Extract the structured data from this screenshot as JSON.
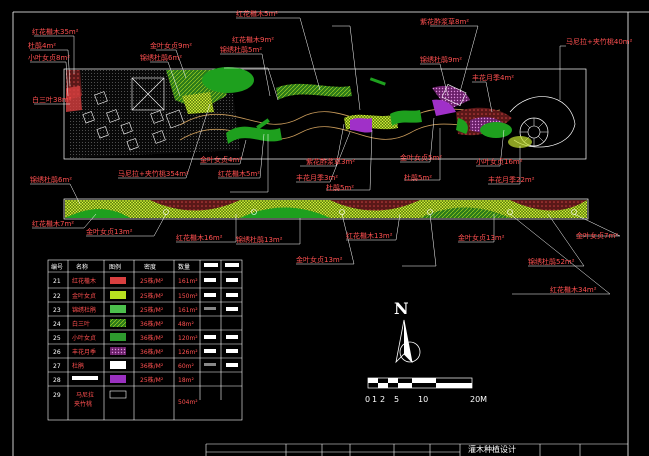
{
  "callouts": [
    {
      "id": "c01",
      "text": "红花檵木35m²"
    },
    {
      "id": "c02",
      "text": "杜鹃4m²"
    },
    {
      "id": "c03",
      "text": "小叶女贞8m²"
    },
    {
      "id": "c04",
      "text": "白三叶38m²"
    },
    {
      "id": "c05",
      "text": "金叶女贞9m²"
    },
    {
      "id": "c06",
      "text": "红花檵木5m²"
    },
    {
      "id": "c07",
      "text": "锦绣杜鹃5m²"
    },
    {
      "id": "c08",
      "text": "锦绣杜鹃6m²"
    },
    {
      "id": "c09",
      "text": "红花檵木9m²"
    },
    {
      "id": "c10",
      "text": "紫花酢浆草8m²"
    },
    {
      "id": "c11",
      "text": "锦绣杜鹃9m²"
    },
    {
      "id": "c12",
      "text": "马尼拉+夹竹桃40m²"
    },
    {
      "id": "c13",
      "text": "丰花月季4m²"
    },
    {
      "id": "c14",
      "text": "金叶女贞4m²"
    },
    {
      "id": "c15",
      "text": "马尼拉+夹竹桃354m²"
    },
    {
      "id": "c16",
      "text": "红花檵木5m²"
    },
    {
      "id": "c17",
      "text": "紫花酢浆草3m²"
    },
    {
      "id": "c18",
      "text": "丰花月季3m²"
    },
    {
      "id": "c19",
      "text": "杜鹃5m²"
    },
    {
      "id": "c20",
      "text": "金叶女贞5m²"
    },
    {
      "id": "c21",
      "text": "杜鹃5m²"
    },
    {
      "id": "c22",
      "text": "小叶女贞16m²"
    },
    {
      "id": "c23",
      "text": "丰花月季22m²"
    },
    {
      "id": "c24",
      "text": "锦绣杜鹃6m²"
    },
    {
      "id": "c25",
      "text": "红花檵木7m²"
    },
    {
      "id": "c26",
      "text": "金叶女贞13m²"
    },
    {
      "id": "c27",
      "text": "红花檵木16m²"
    },
    {
      "id": "c28",
      "text": "锦绣杜鹃13m²"
    },
    {
      "id": "c29",
      "text": "金叶女贞13m²"
    },
    {
      "id": "c30",
      "text": "红花檵木13m²"
    },
    {
      "id": "c31",
      "text": "金叶女贞13m²"
    },
    {
      "id": "c32",
      "text": "金叶女贞7m²"
    },
    {
      "id": "c33",
      "text": "锦绣杜鹃52m²"
    },
    {
      "id": "c34",
      "text": "红花檵木34m²"
    }
  ],
  "legend_table": {
    "headers": [
      "编号",
      "名称",
      "图例",
      "密度",
      "数量"
    ],
    "rows": [
      {
        "no": "21",
        "name": "红花檵木",
        "density": "25株/M²",
        "qty": "161m²",
        "swatch": "#d94040"
      },
      {
        "no": "22",
        "name": "金叶女贞",
        "density": "25株/M²",
        "qty": "150m²",
        "swatch": "#b8e020"
      },
      {
        "no": "23",
        "name": "锦绣杜鹃",
        "density": "25株/M²",
        "qty": "161m²",
        "swatch": "#4cc04c"
      },
      {
        "no": "24",
        "name": "白三叶",
        "density": "36株/M²",
        "qty": "48m²",
        "swatch": "#80ff80"
      },
      {
        "no": "25",
        "name": "小叶女贞",
        "density": "36株/M²",
        "qty": "120m²",
        "swatch": "#2e9a2e"
      },
      {
        "no": "26",
        "name": "丰花月季",
        "density": "36株/M²",
        "qty": "126m²",
        "swatch": "#c060c0"
      },
      {
        "no": "27",
        "name": "杜鹃",
        "density": "36株/M²",
        "qty": "60m²",
        "swatch": "#ffffff"
      },
      {
        "no": "28",
        "name": "",
        "density": "25株/M²",
        "qty": "18m²",
        "swatch": "#9a30c0"
      },
      {
        "no": "29",
        "name": "马尼拉\n夹竹桃",
        "density": "",
        "qty": "504m²",
        "swatch": "#000000"
      }
    ]
  },
  "north_label": "N",
  "scale_labels": [
    "0",
    "1",
    "2",
    "5",
    "10",
    "20M"
  ],
  "title_block": {
    "title": "灌木种植设计"
  },
  "colors": {
    "red_text": "#ff5050",
    "green": "#1ea01e",
    "yellow_green": "#c8e632",
    "purple": "#a030c8",
    "white": "#ffffff"
  }
}
